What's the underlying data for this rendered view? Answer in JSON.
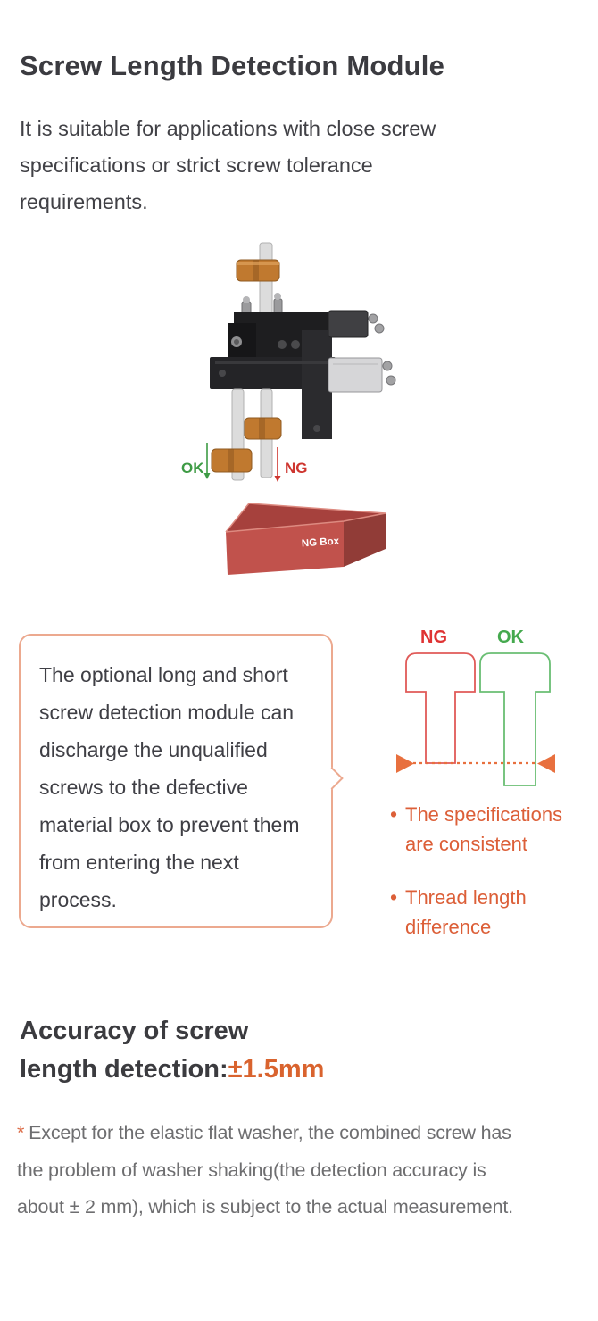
{
  "header": {
    "title": "Screw Length Detection Module",
    "intro": "It is suitable for applications with close screw specifications or strict screw tolerance requirements."
  },
  "machine_figure": {
    "ok_label": "OK",
    "ng_label": "NG",
    "box_label": "NG Box"
  },
  "callout": {
    "lines": [
      "The optional long and short",
      "screw detection module can",
      "discharge the unqualified",
      "screws to the defective",
      "material box to prevent them",
      "from entering the next",
      "process."
    ]
  },
  "comparison": {
    "ng_label": "NG",
    "ok_label": "OK",
    "bullets": [
      "The specifications are consistent",
      "Thread length difference"
    ],
    "bullet_marker": "•"
  },
  "accuracy": {
    "line1": "Accuracy of screw",
    "line2_prefix": "length detection:",
    "value": "±1.5mm"
  },
  "footnote": {
    "marker": "*",
    "lines": [
      "Except for the elastic flat washer, the combined screw has",
      "the problem of washer shaking(the detection accuracy is",
      "about ± 2 mm), which is subject to the actual measurement."
    ]
  },
  "colors": {
    "text_dark": "#3B3B40",
    "text_gray": "#6E6E70",
    "accent_orange": "#DC5F38",
    "accuracy_orange": "#D9632E",
    "callout_border": "#ECA98F",
    "ng_red": "#DF3333",
    "ok_green": "#45A94E",
    "figure_ok_green": "#3E9B45",
    "figure_ng_red": "#CE352F",
    "measure_orange": "#E8703E",
    "box_red": "#C1524C",
    "roller_copper": "#C0792F"
  }
}
